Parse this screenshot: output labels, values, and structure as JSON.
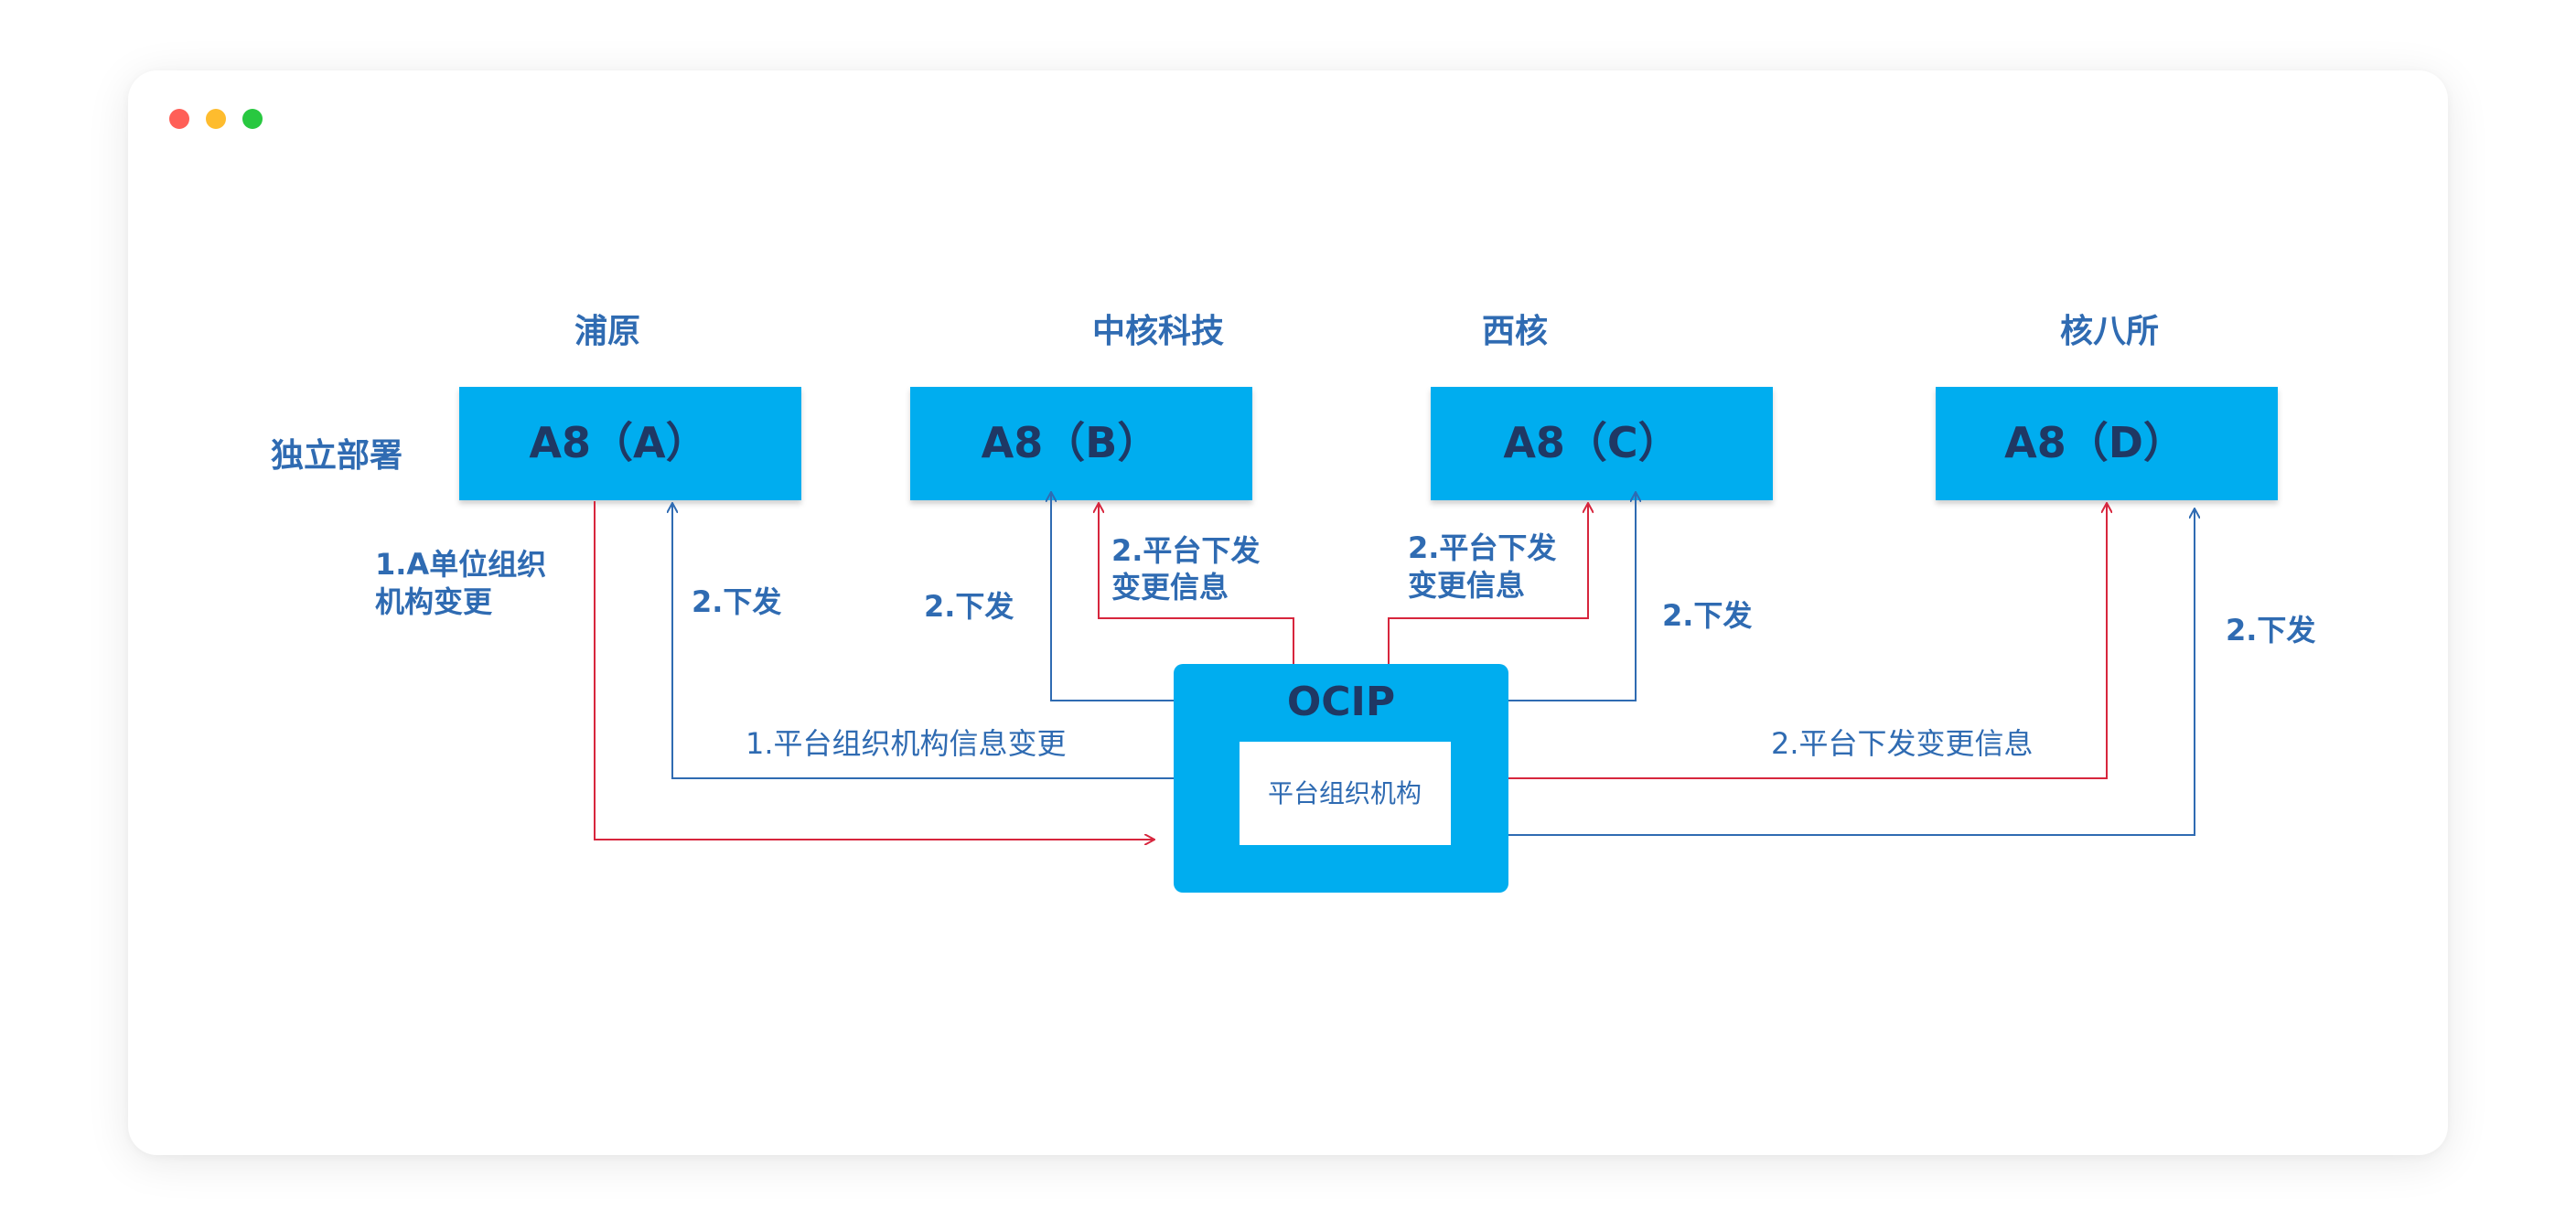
{
  "window": {
    "controls": [
      "close",
      "minimize",
      "maximize"
    ],
    "control_colors": {
      "close": "#ff5f57",
      "minimize": "#febc2e",
      "maximize": "#28c840"
    }
  },
  "colors": {
    "node_fill": "#00adef",
    "blue_line": "#2f6bb2",
    "red_line": "#d7263d",
    "label_blue": "#2f6bb2",
    "node_text": "#1f3864"
  },
  "diagram": {
    "deployment_label": "独立部署",
    "sites": [
      {
        "id": "A",
        "site": "浦原",
        "node": "A8（A）"
      },
      {
        "id": "B",
        "site": "中核科技",
        "node": "A8（B）"
      },
      {
        "id": "C",
        "site": "西核",
        "node": "A8（C）"
      },
      {
        "id": "D",
        "site": "核八所",
        "node": "A8（D）"
      }
    ],
    "hub": {
      "title": "OCIP",
      "inner": "平台组织机构"
    },
    "edge_labels": {
      "a_change": [
        "1.A单位组织",
        "机构变更"
      ],
      "a_down": "2.下发",
      "b_down": "2.下发",
      "b_change": [
        "2.平台下发",
        "变更信息"
      ],
      "c_change": [
        "2.平台下发",
        "变更信息"
      ],
      "c_down": "2.下发",
      "d_down": "2.下发",
      "platform_change": "1.平台组织机构信息变更",
      "platform_push": "2.平台下发变更信息"
    }
  }
}
